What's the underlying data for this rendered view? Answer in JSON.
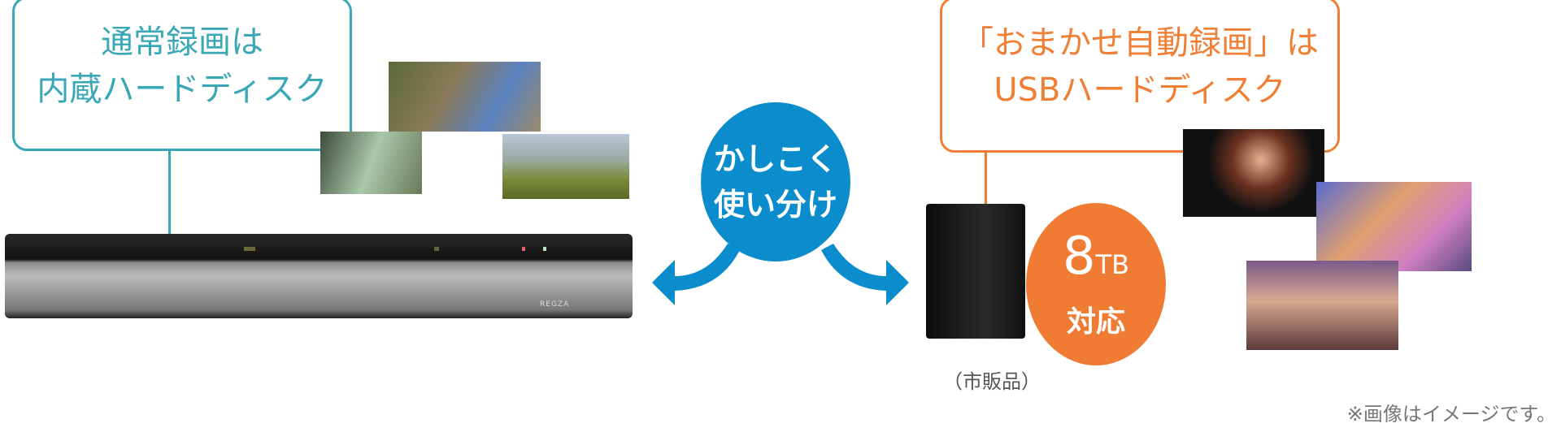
{
  "left_label": {
    "line1": "通常録画は",
    "line2": "内蔵ハードディスク"
  },
  "right_label": {
    "line1": "「おまかせ自動録画」は",
    "line2": "USBハードディスク"
  },
  "center_badge": {
    "line1": "かしこく",
    "line2": "使い分け"
  },
  "capacity_badge": {
    "number": "8",
    "unit": "TB",
    "text": "対応"
  },
  "hdd_caption": "（市販品）",
  "recorder_brand": "REGZA",
  "disclaimer": "※画像はイメージです。",
  "colors": {
    "teal": "#3aa7b7",
    "orange": "#f07b32",
    "blue": "#0b8ccd"
  }
}
